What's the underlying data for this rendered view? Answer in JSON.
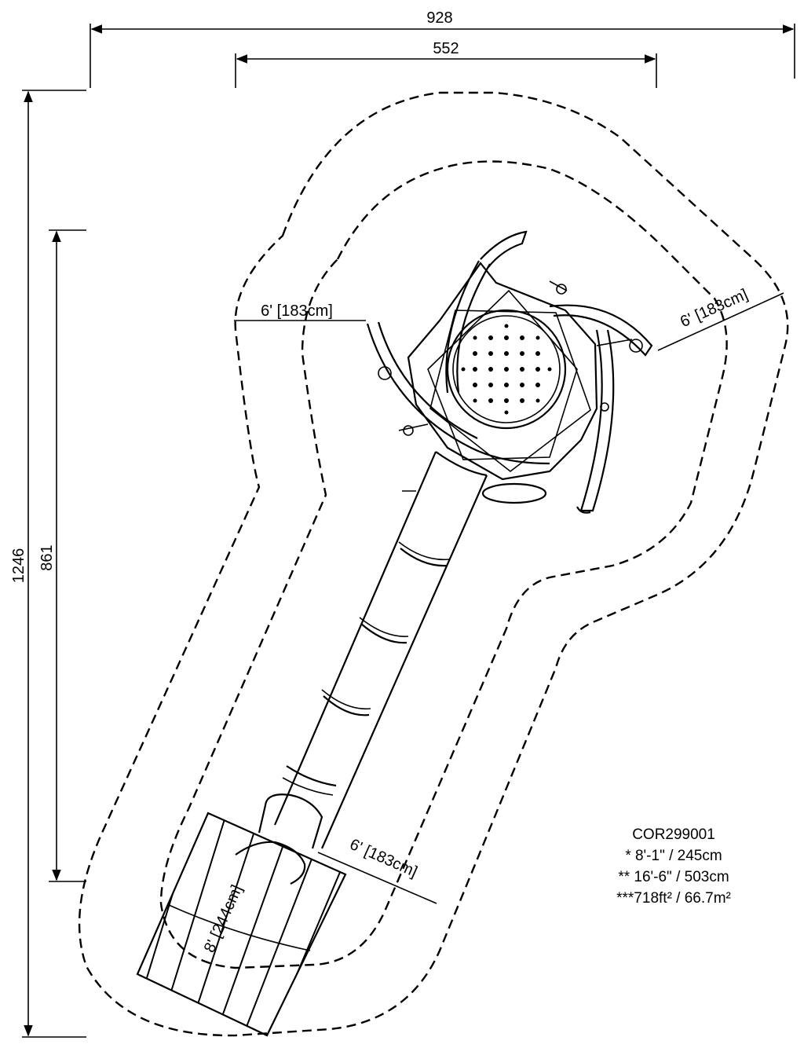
{
  "dimensions": {
    "overall_width": "928",
    "inner_width": "552",
    "overall_height": "1246",
    "inner_height": "861"
  },
  "clearances": {
    "left": "6' [183cm]",
    "right": "6' [183cm]",
    "slide_side": "6' [183cm]",
    "slide_exit": "8' [244cm]"
  },
  "specs": {
    "model": "COR299001",
    "line1": "* 8'-1\" / 245cm",
    "line2": "** 16'-6\" / 503cm",
    "line3": "***718ft² / 66.7m²"
  }
}
